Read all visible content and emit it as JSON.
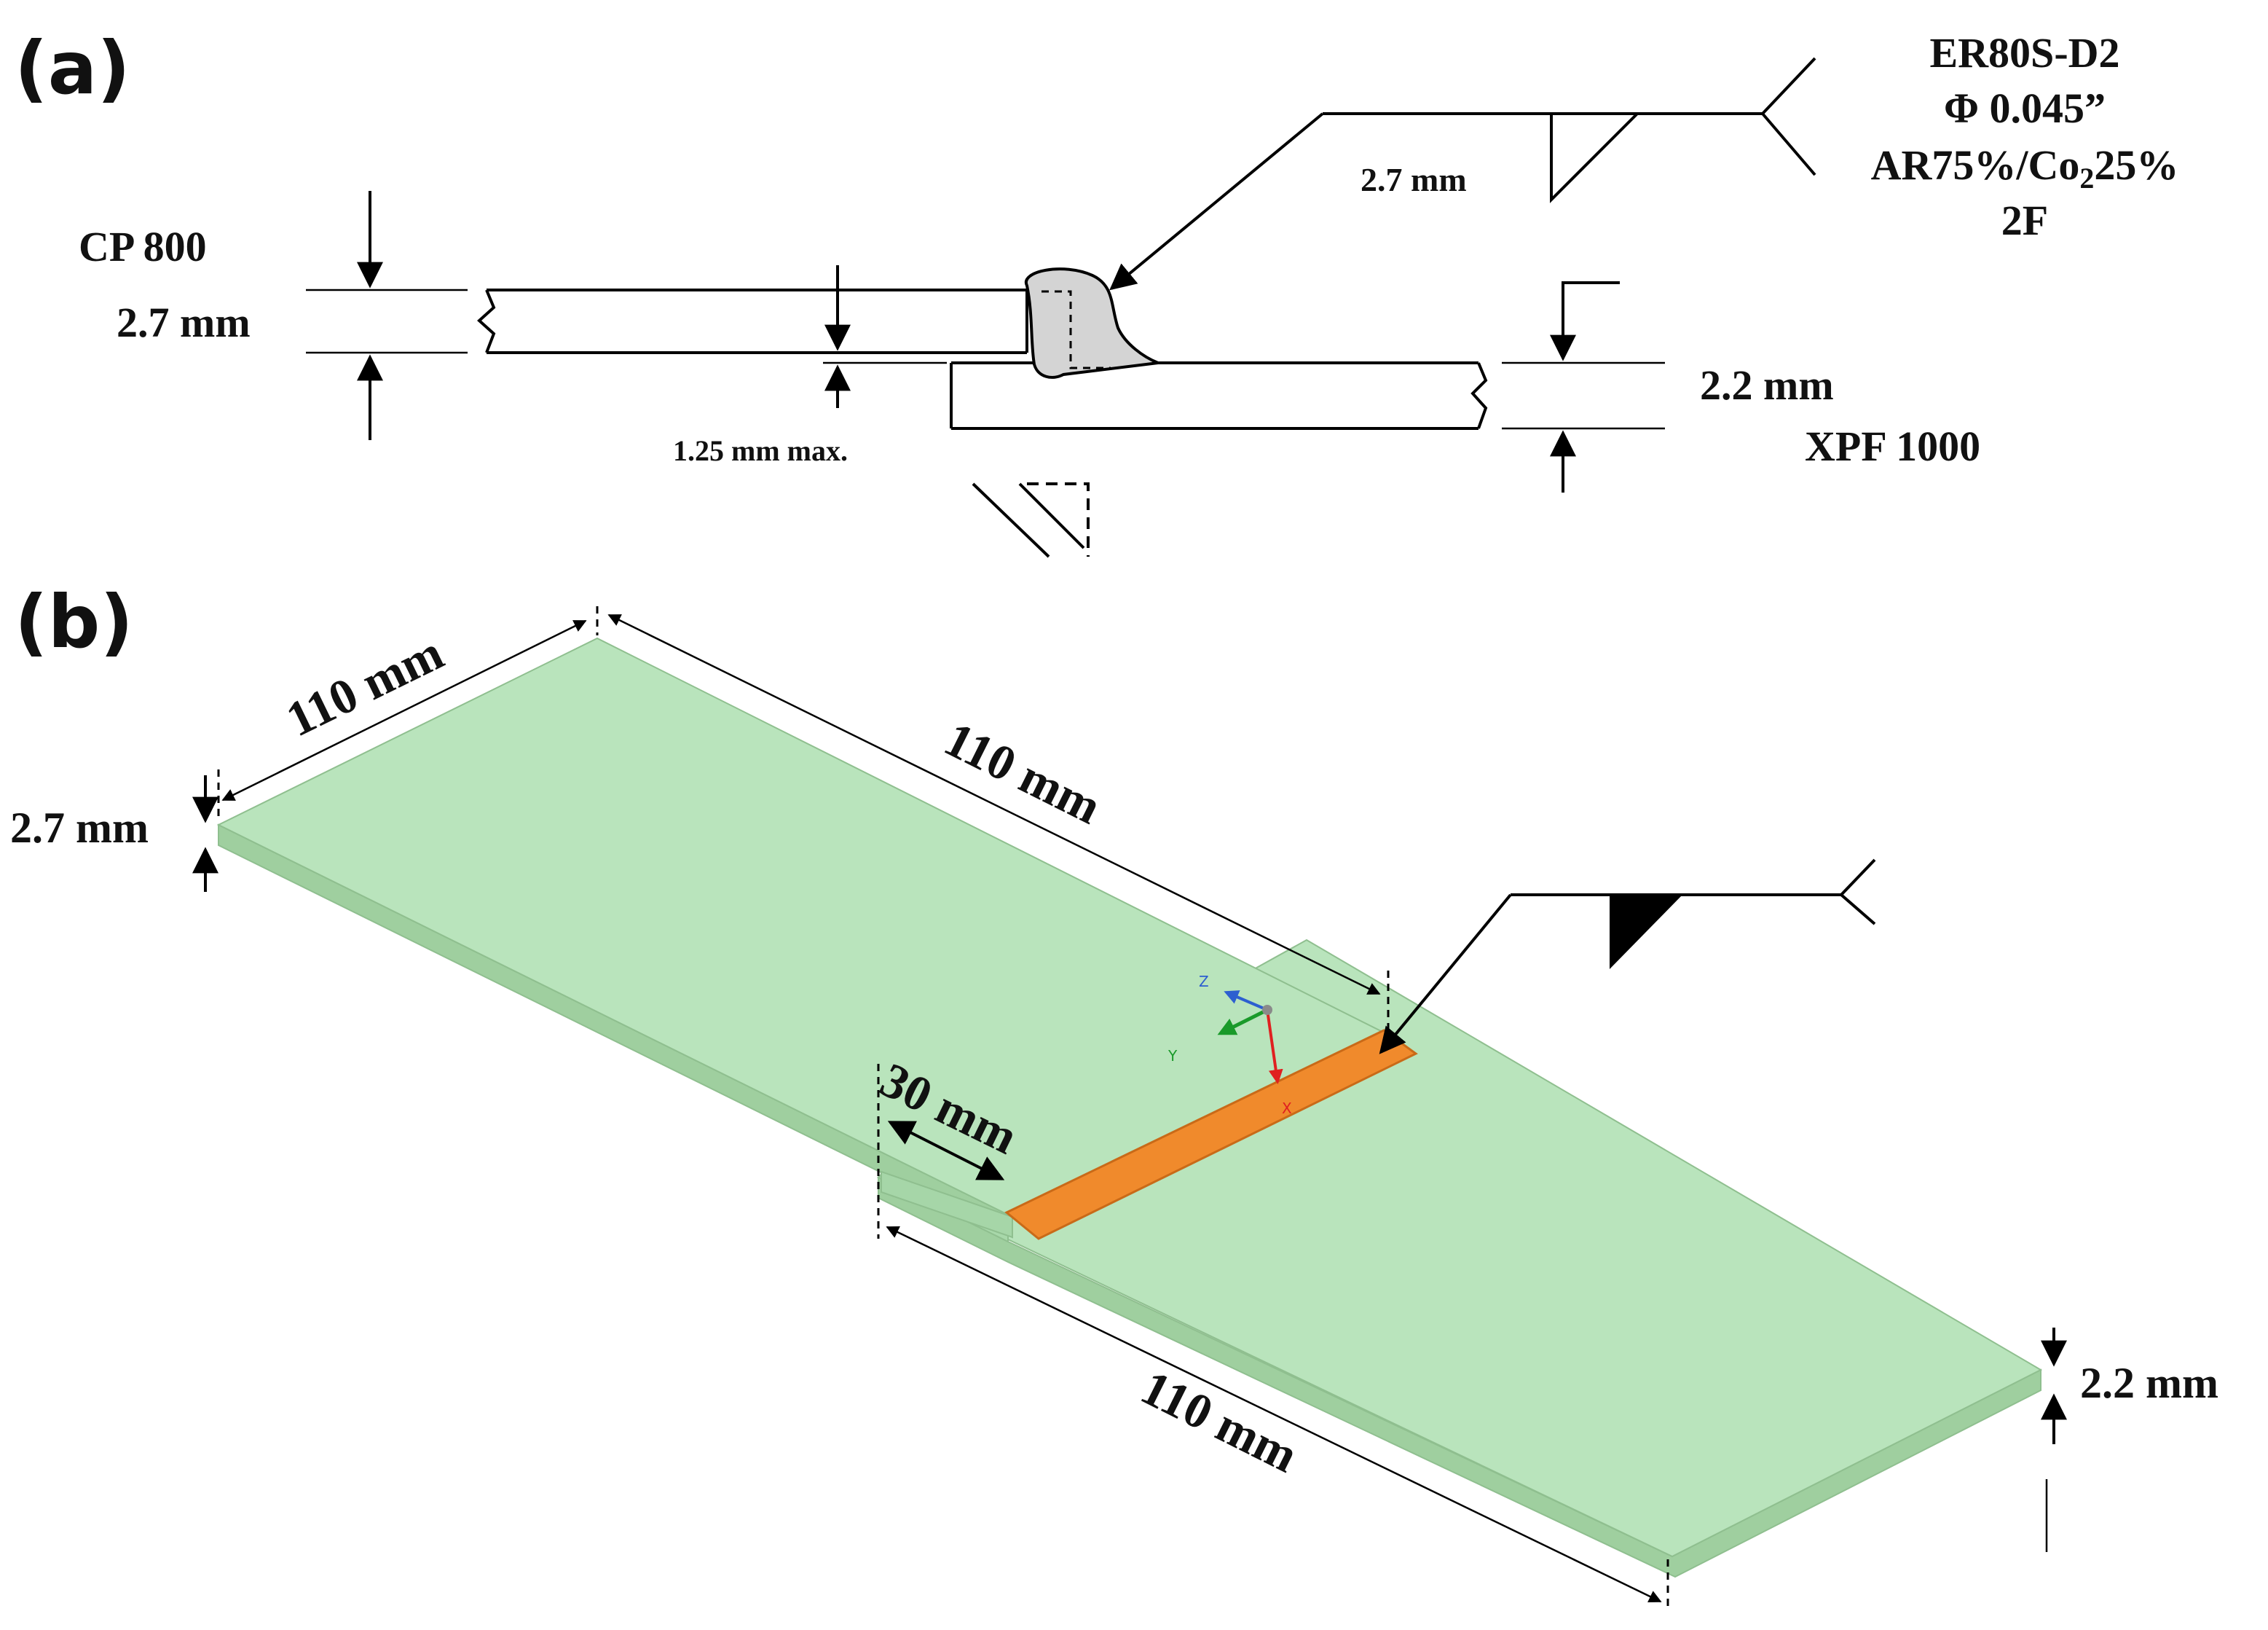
{
  "panels": {
    "a": {
      "label": "(a)",
      "top_plate": {
        "material": "CP 800",
        "thickness": "2.7 mm"
      },
      "bottom_plate": {
        "material": "XPF 1000",
        "thickness": "2.2 mm"
      },
      "gap_label": "1.25 mm max.",
      "weld_symbol": {
        "leg_size": "2.7 mm",
        "filler": "ER80S-D2",
        "wire_diameter": "Φ 0.045”",
        "gas_prefix": "AR75%/Co",
        "gas_subscript": "2",
        "gas_suffix": "25%",
        "position": "2F"
      }
    },
    "b": {
      "label": "(b)",
      "top_width": "110 mm",
      "top_length": "110 mm",
      "top_thickness": "2.7 mm",
      "overlap": "30 mm",
      "bottom_length": "110 mm",
      "bottom_thickness": "2.2 mm",
      "axes": {
        "x": "X",
        "y": "Y",
        "z": "Z"
      }
    }
  },
  "colors": {
    "plate_top": "#b9e4bc",
    "plate_side": "#9fcf9f",
    "plate_edge": "#8fbf8f",
    "weld_bead": "#f08a2c",
    "weld_section": "#d4d4d4",
    "axis_x": "#e02020",
    "axis_y": "#1a9a2a",
    "axis_z": "#2d5fd0"
  }
}
